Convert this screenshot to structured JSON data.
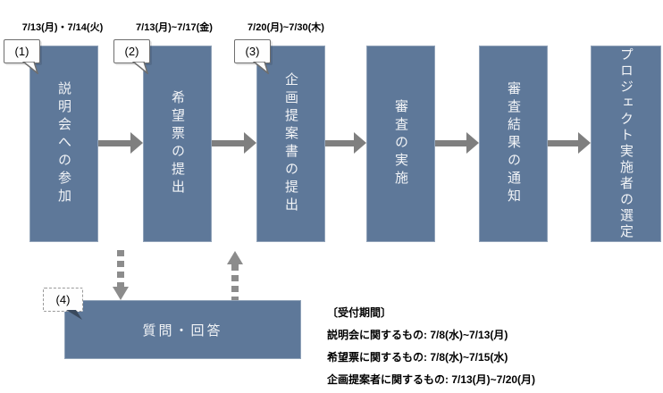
{
  "diagram": {
    "date_labels": [
      "7/13(月)・7/14(火)",
      "7/13(月)~7/17(金)",
      "7/20(月)~7/30(木)"
    ],
    "callouts": [
      "(1)",
      "(2)",
      "(3)",
      "(4)"
    ],
    "steps": [
      "説明会への参加",
      "希望票の提出",
      "企画提案書の提出",
      "審査の実施",
      "審査結果の通知",
      "プロジェクト実施者の選定"
    ],
    "qa_box": "質問・回答",
    "notes": {
      "title": "〔受付期間〕",
      "lines": [
        "説明会に関するもの: 7/8(水)~7/13(月)",
        "希望票に関するもの: 7/8(水)~7/15(水)",
        "企画提案者に関するもの: 7/13(月)~7/20(月)"
      ]
    },
    "colors": {
      "box": "#5e7899",
      "arrow": "#7f7f7f",
      "dashed_arrow": "#8c8c8c"
    }
  }
}
